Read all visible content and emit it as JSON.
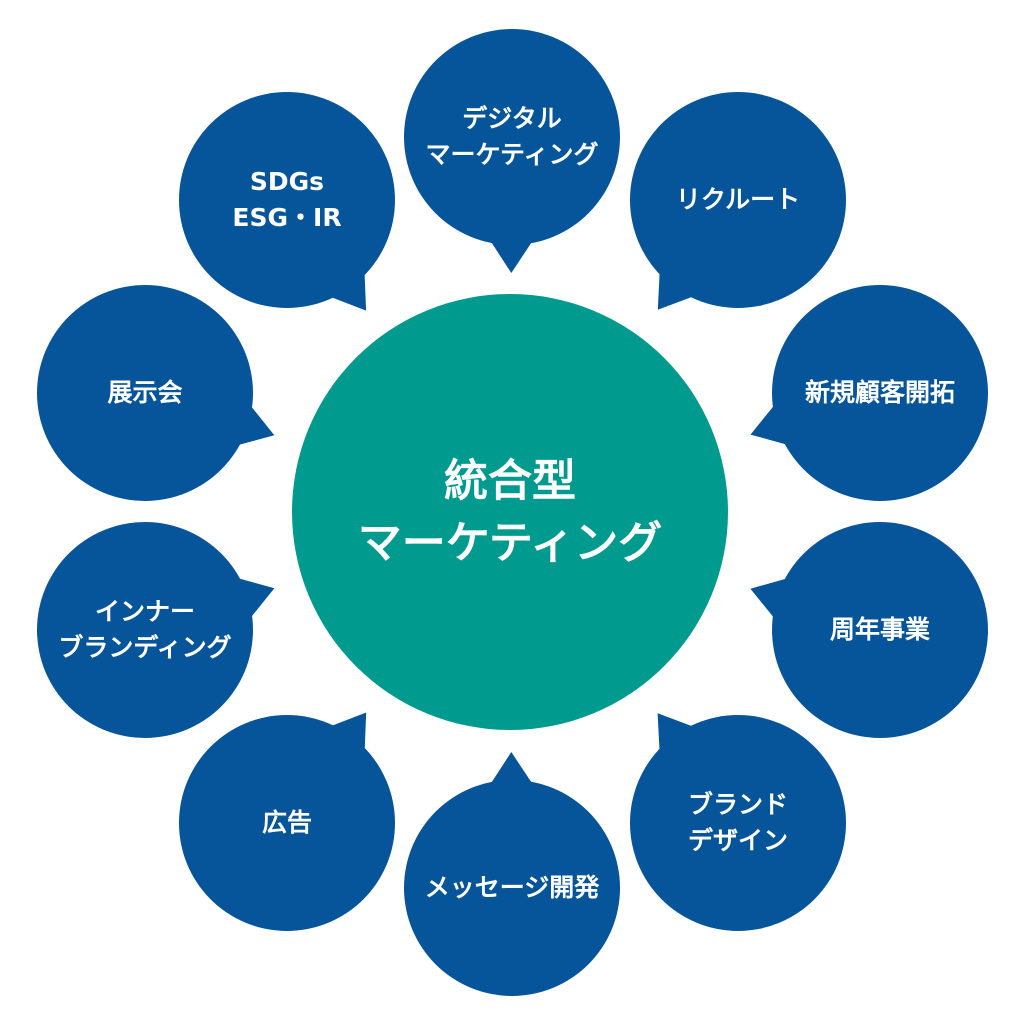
{
  "center": {
    "lines": [
      "統合型",
      "マーケティング"
    ],
    "color": "#009a8e"
  },
  "node_color": "#06559a",
  "nodes": [
    {
      "id": "digital-marketing",
      "lines": [
        "デジタル",
        "マーケティング"
      ]
    },
    {
      "id": "recruit",
      "lines": [
        "リクルート"
      ]
    },
    {
      "id": "new-customer-development",
      "lines": [
        "新規顧客開拓"
      ]
    },
    {
      "id": "anniversary-business",
      "lines": [
        "周年事業"
      ]
    },
    {
      "id": "brand-design",
      "lines": [
        "ブランド",
        "デザイン"
      ]
    },
    {
      "id": "message-development",
      "lines": [
        "メッセージ開発"
      ]
    },
    {
      "id": "advertising",
      "lines": [
        "広告"
      ]
    },
    {
      "id": "inner-branding",
      "lines": [
        "インナー",
        "ブランディング"
      ]
    },
    {
      "id": "exhibition",
      "lines": [
        "展示会"
      ]
    },
    {
      "id": "sdgs-esg-ir",
      "lines": [
        "SDGs",
        "ESG・IR"
      ]
    }
  ]
}
